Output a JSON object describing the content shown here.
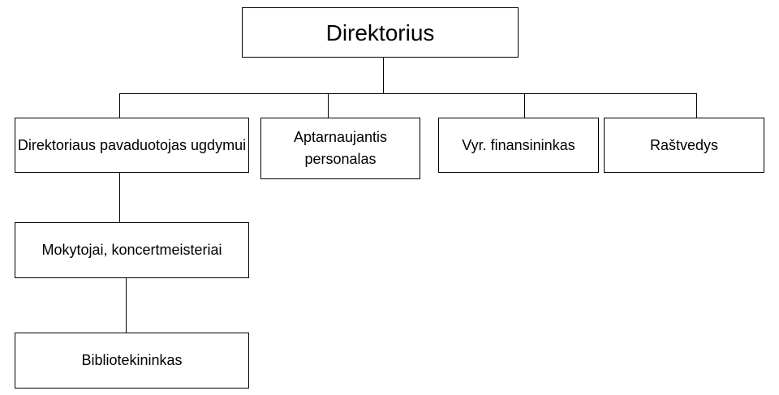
{
  "chart": {
    "root": "Direktorius",
    "level1": [
      "Direktoriaus pavaduotojas ugdymui",
      "Aptarnaujantis personalas",
      "Vyr. finansininkas",
      "Raštvedys"
    ],
    "under_deputy": "Mokytojai, koncertmeisteriai",
    "under_teachers": "Bibliotekininkas"
  }
}
